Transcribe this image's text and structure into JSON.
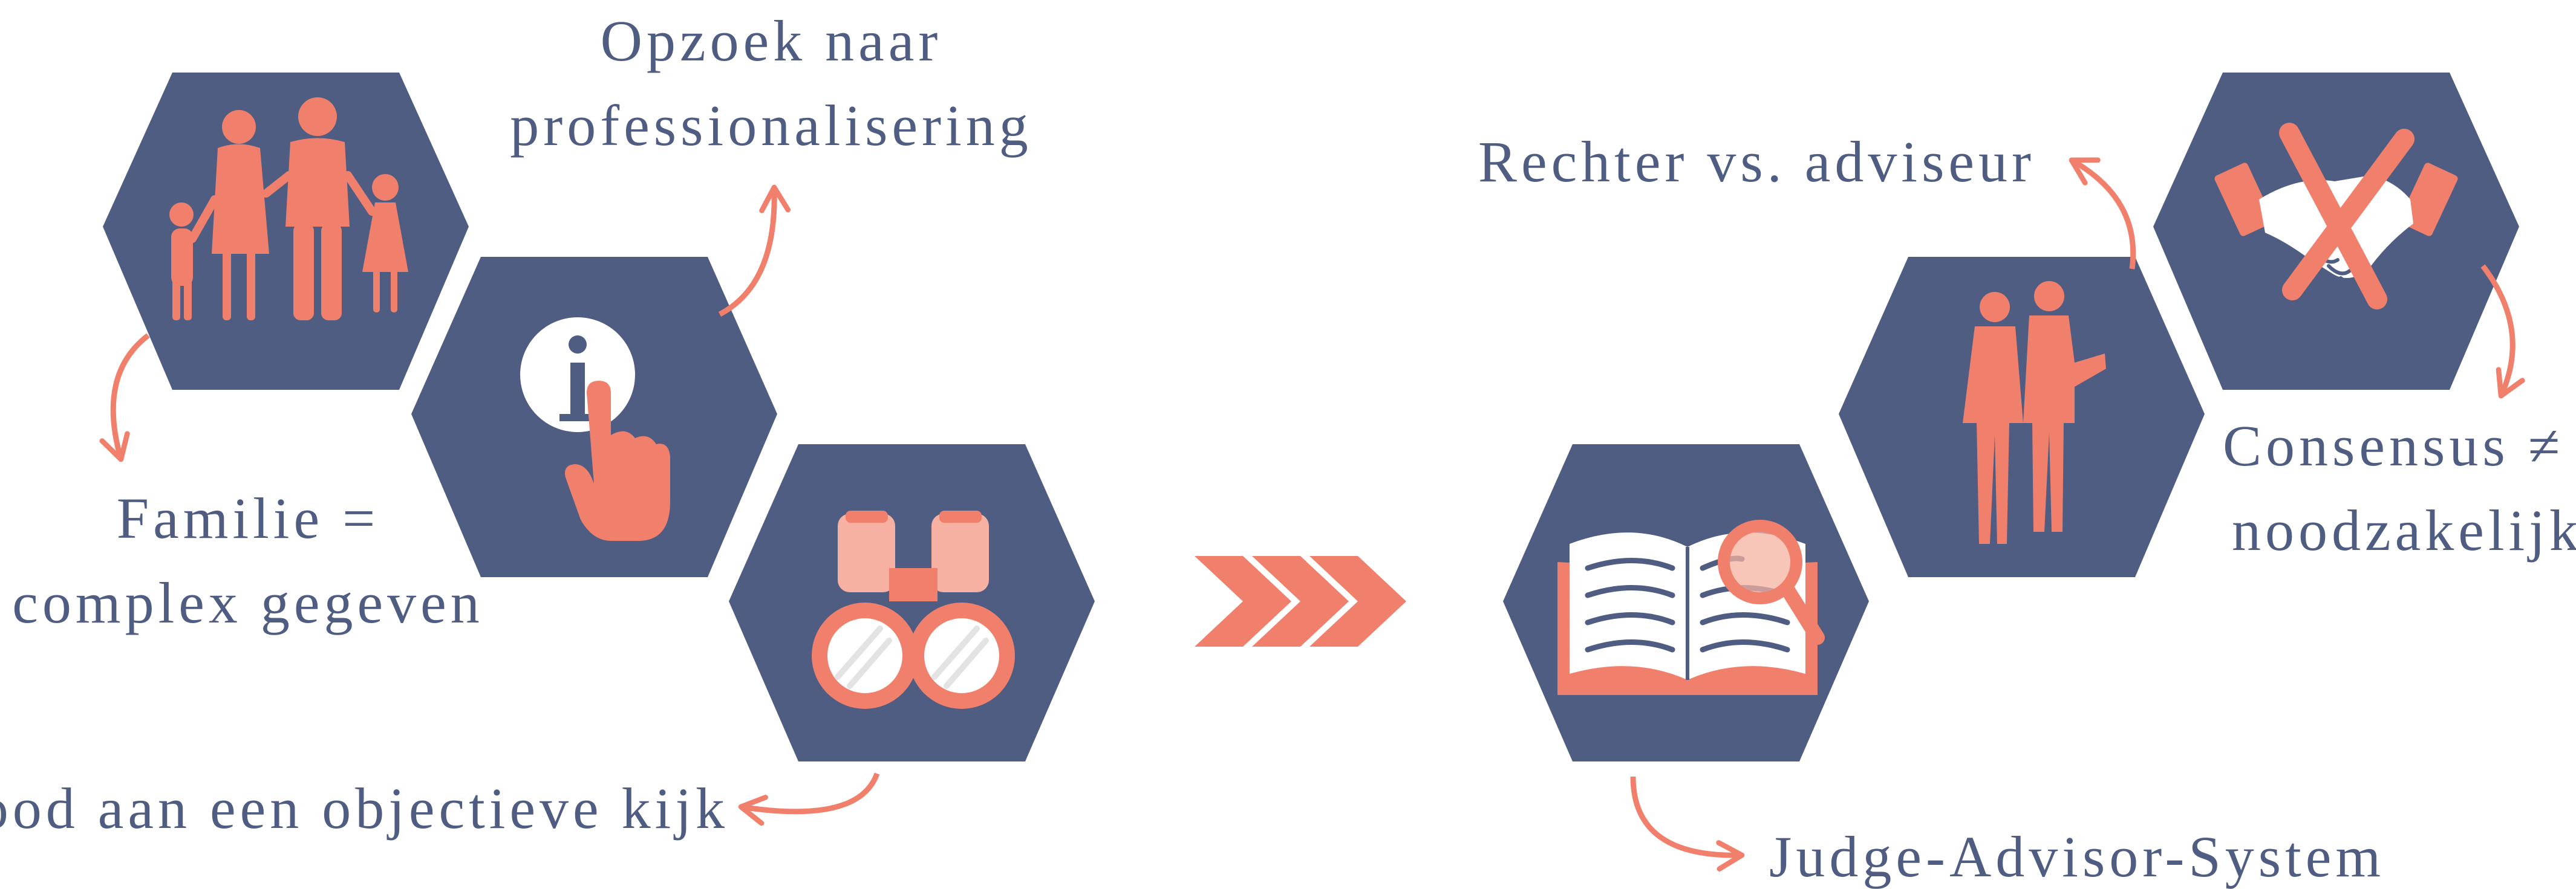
{
  "colors": {
    "hexagon": "#4f5d82",
    "accent": "#f0806b",
    "accent_light": "#f6b1a2",
    "label": "#4f5d82",
    "white": "#ffffff"
  },
  "left_cluster": {
    "label_search": [
      "Opzoek naar",
      "professionalisering"
    ],
    "label_family": [
      "Familie =",
      "complex gegeven"
    ],
    "label_objective": "Nood aan een objectieve kijk",
    "hexagons": [
      {
        "icon": "family-icon"
      },
      {
        "icon": "info-touch-icon"
      },
      {
        "icon": "binoculars-icon"
      }
    ]
  },
  "separator": {
    "icon": "triple-chevron-icon"
  },
  "right_cluster": {
    "label_judge_advisor": "Rechter vs. adviseur",
    "label_consensus": [
      "Consensus ≠",
      "noodzakelijk"
    ],
    "label_jas": "Judge-Advisor-System",
    "hexagons": [
      {
        "icon": "book-magnifier-icon"
      },
      {
        "icon": "two-men-icon"
      },
      {
        "icon": "no-handshake-icon"
      }
    ]
  }
}
